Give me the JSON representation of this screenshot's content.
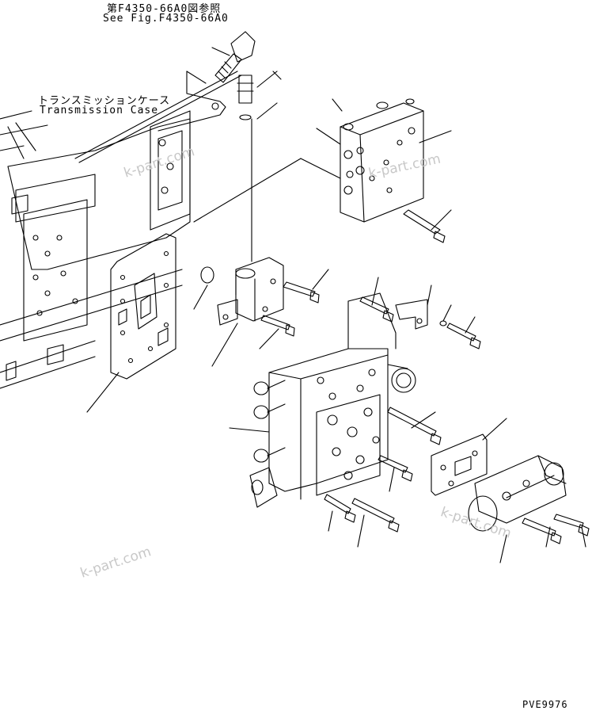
{
  "labels": {
    "ref_fig_jp": "第F4350-66A0図参照",
    "ref_fig_en": "See Fig.F4350-66A0",
    "case_jp": "トランスミッションケース",
    "case_en": "Transmission Case",
    "drawing_code": "PVE9976"
  },
  "watermarks": [
    "k-part.com",
    "k-part.com",
    "k-part.com",
    "k-part.com"
  ],
  "colors": {
    "line": "#000000",
    "watermark": "#c8c8c8",
    "background": "#ffffff"
  }
}
